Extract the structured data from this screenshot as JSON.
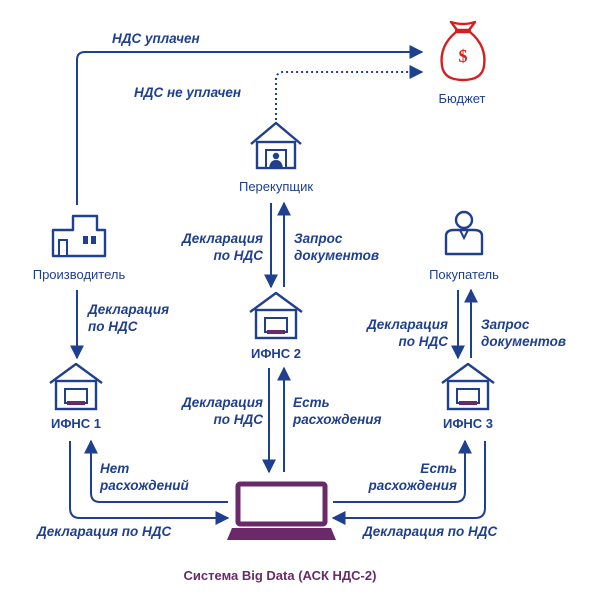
{
  "colors": {
    "ink": "#1f3f8f",
    "icon_fill": "#ffffff",
    "money_red": "#d81d1d",
    "laptop": "#6a2a6a"
  },
  "nodes": {
    "budget": "Бюджет",
    "reseller": "Перекупщик",
    "producer": "Производитель",
    "buyer": "Покупатель",
    "ifns1": "ИФНС 1",
    "ifns2": "ИФНС 2",
    "ifns3": "ИФНС 3",
    "system": "Система Big Data (АСК НДС-2)"
  },
  "icons": {
    "budget": "money-bag-icon",
    "reseller": "house-with-person-icon",
    "producer": "factory-icon",
    "buyer": "person-icon",
    "ifns": "tax-office-icon",
    "system": "laptop-icon"
  },
  "labels": {
    "vat_paid": "НДС уплачен",
    "vat_not_paid": "НДС не уплачен",
    "decl_reseller_l1": "Декларация",
    "decl_reseller_l2": "по НДС",
    "req_reseller_l1": "Запрос",
    "req_reseller_l2": "документов",
    "decl_producer_l1": "Декларация",
    "decl_producer_l2": "по НДС",
    "decl_buyer_l1": "Декларация",
    "decl_buyer_l2": "по НДС",
    "req_buyer_l1": "Запрос",
    "req_buyer_l2": "документов",
    "decl_ifns2_l1": "Декларация",
    "decl_ifns2_l2": "по НДС",
    "disc_ifns2_l1": "Есть",
    "disc_ifns2_l2": "расхождения",
    "nodisc_l1": "Нет",
    "nodisc_l2": "расхождений",
    "disc_ifns3_l1": "Есть",
    "disc_ifns3_l2": "расхождения",
    "decl_left": "Декларация по НДС",
    "decl_right": "Декларация по НДС"
  }
}
